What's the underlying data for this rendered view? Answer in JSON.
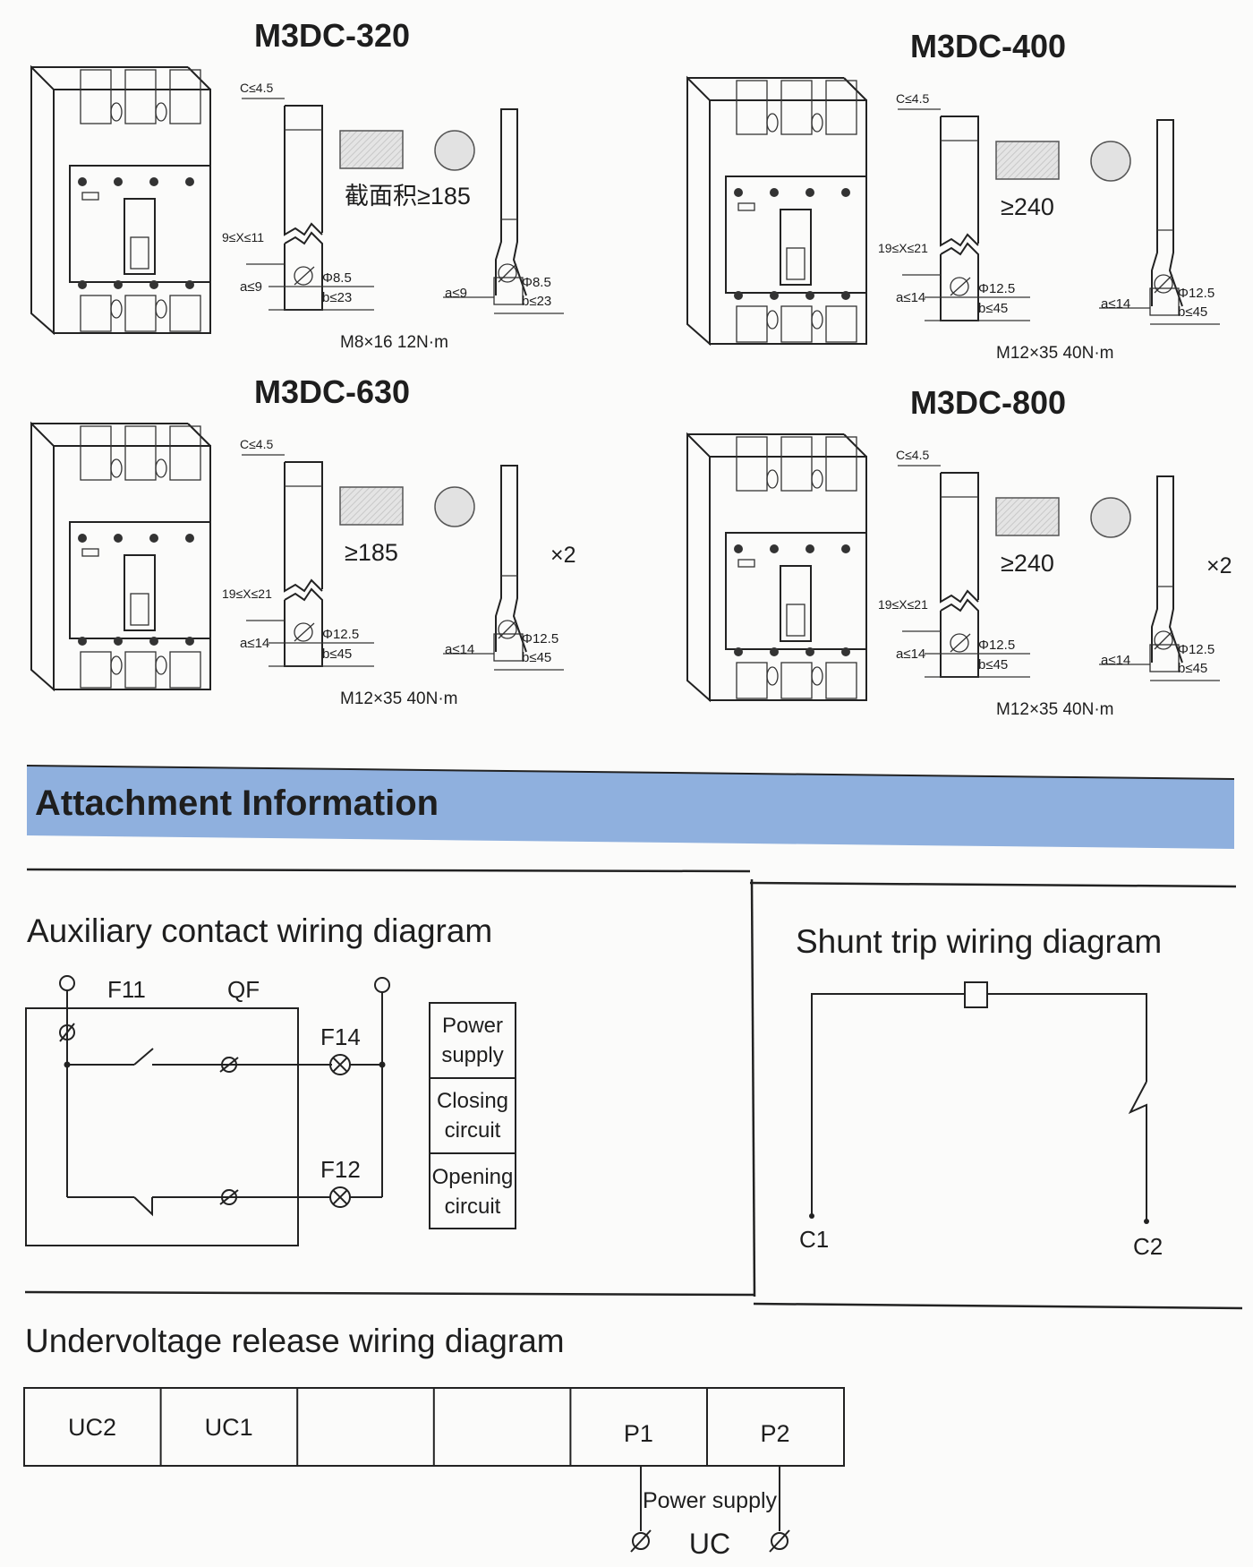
{
  "panels": [
    {
      "title": "M3DC-320",
      "c_label": "C≤4.5",
      "x_label": "9≤X≤11",
      "phi": "Φ8.5",
      "a": "a≤9",
      "b": "b≤23",
      "area": "截面积≥185",
      "torque": "M8×16 12N·m",
      "multiplier": ""
    },
    {
      "title": "M3DC-400",
      "c_label": "C≤4.5",
      "x_label": "19≤X≤21",
      "phi": "Φ12.5",
      "a": "a≤14",
      "b": "b≤45",
      "area": "≥240",
      "torque": "M12×35 40N·m",
      "multiplier": ""
    },
    {
      "title": "M3DC-630",
      "c_label": "C≤4.5",
      "x_label": "19≤X≤21",
      "phi": "Φ12.5",
      "a": "a≤14",
      "b": "b≤45",
      "area": "≥185",
      "torque": "M12×35 40N·m",
      "multiplier": "×2"
    },
    {
      "title": "M3DC-800",
      "c_label": "C≤4.5",
      "x_label": "19≤X≤21",
      "phi": "Φ12.5",
      "a": "a≤14",
      "b": "b≤45",
      "area": "≥240",
      "torque": "M12×35 40N·m",
      "multiplier": "×2"
    }
  ],
  "section": {
    "title": "Attachment Information",
    "band_color": "#8fb0de",
    "title_color": "#1f3f7a"
  },
  "auxiliary": {
    "title": "Auxiliary contact wiring diagram",
    "labels": {
      "f11": "F11",
      "qf": "QF",
      "f14": "F14",
      "f12": "F12"
    },
    "legend": [
      {
        "line1": "Power",
        "line2": "supply"
      },
      {
        "line1": "Closing",
        "line2": "circuit"
      },
      {
        "line1": "Opening",
        "line2": "circuit"
      }
    ]
  },
  "shunt": {
    "title": "Shunt trip wiring diagram",
    "c1": "C1",
    "c2": "C2"
  },
  "undervoltage": {
    "title": "Undervoltage release wiring diagram",
    "cells": [
      "UC2",
      "UC1",
      "",
      "",
      "P1",
      "P2"
    ],
    "power_supply": "Power supply",
    "uc": "UC"
  }
}
